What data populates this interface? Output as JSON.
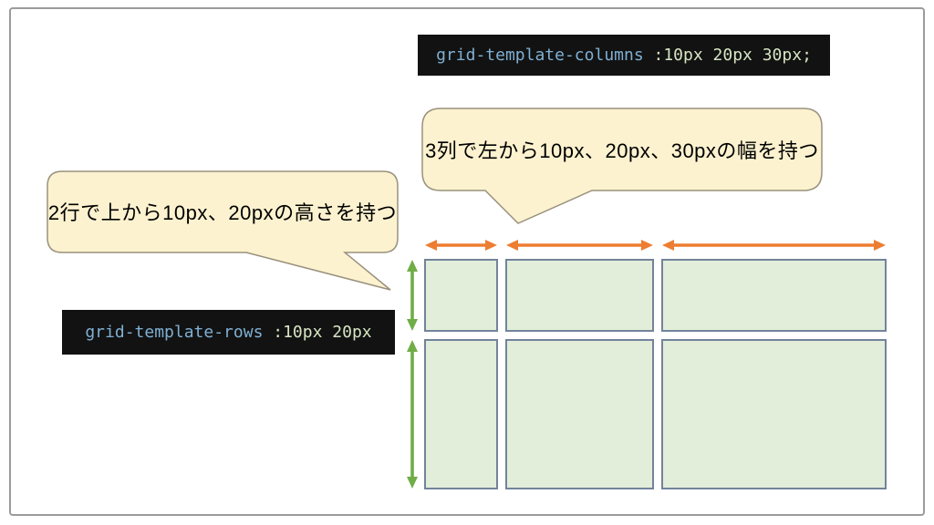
{
  "code_snippets": {
    "columns": {
      "property": "grid-template-columns",
      "value": " :10px 20px 30px;"
    },
    "rows": {
      "property": "grid-template-rows",
      "value": " :10px 20px"
    }
  },
  "callouts": {
    "columns_note": "3列で左から10px、20px、30pxの幅を持つ",
    "rows_note": "2行で上から10px、20pxの高さを持つ"
  },
  "grid": {
    "columns": 3,
    "rows": 2,
    "column_widths": [
      "10px",
      "20px",
      "30px"
    ],
    "row_heights": [
      "10px",
      "20px"
    ]
  },
  "colors": {
    "code_background": "#121212",
    "code_property": "#7fb0d4",
    "code_value": "#d6e5c3",
    "bubble_fill": "#fcf2cf",
    "bubble_border": "#99917d",
    "cell_fill": "#e3eeda",
    "cell_border": "#72839b",
    "arrow_orange": "#ed7d31",
    "arrow_green": "#70ad47",
    "frame_border": "#9b9b9b"
  }
}
